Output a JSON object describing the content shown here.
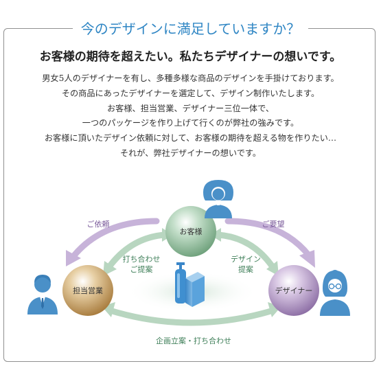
{
  "heading": "今のデザインに満足していますか？",
  "subheading": "お客様の期待を超えたい。私たちデザイナーの想いです。",
  "paragraph_lines": [
    "男女5人のデザイナーを有し、多種多様な商品のデザインを手掛けております。",
    "その商品にあったデザイナーを選定して、デザイン制作いたします。",
    "お客様、担当営業、デザイナー三位一体で、",
    "一つのパッケージを作り上げて行くのが弊社の強みです。",
    "お客様に頂いたデザイン依頼に対して、お客様の期待を超える物を作りたい…",
    "それが、弊社デザイナーの想いです。"
  ],
  "diagram": {
    "nodes": {
      "customer": "お客様",
      "sales": "担当営業",
      "designer": "デザイナー"
    },
    "arrow_labels": {
      "request": "ご依頼",
      "demand": "ご要望",
      "meeting_proposal_line1": "打ち合わせ",
      "meeting_proposal_line2": "ご提案",
      "design_proposal_line1": "デザイン",
      "design_proposal_line2": "提案",
      "planning": "企画立案・打ち合わせ"
    },
    "colors": {
      "heading_blue": "#2f86c4",
      "customer_sphere": "#8fbf9b",
      "sales_sphere": "#c9a36a",
      "designer_sphere": "#b49ac4",
      "purple_arrow": "#c7b3d9",
      "green_arrow": "#b8d6c0",
      "person_icon": "#4a90c8",
      "label_purple": "#7a5a9a",
      "label_green": "#3f7f59"
    },
    "icons": [
      "person-icon-customer",
      "person-icon-sales",
      "person-icon-designer",
      "product-bottle-box-icon"
    ]
  }
}
